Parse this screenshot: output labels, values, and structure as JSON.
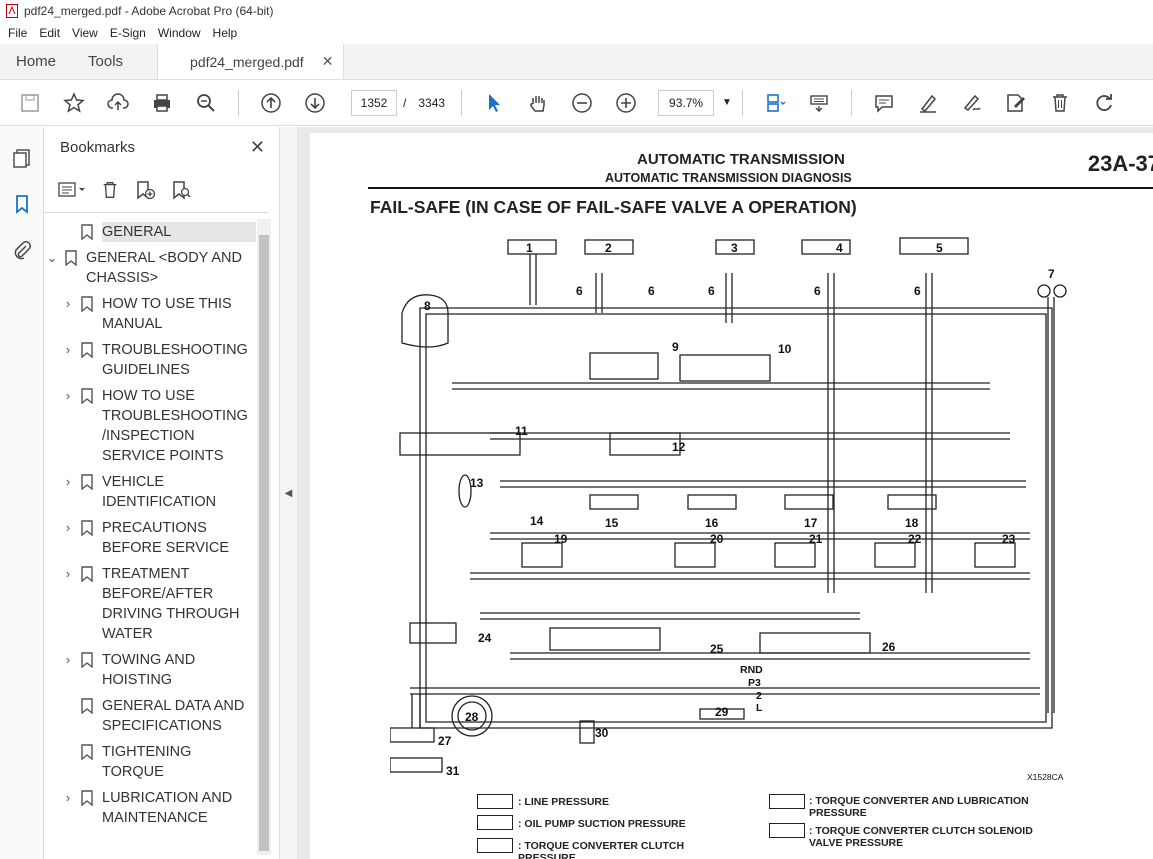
{
  "window": {
    "title": "pdf24_merged.pdf - Adobe Acrobat Pro (64-bit)"
  },
  "menu": [
    "File",
    "Edit",
    "View",
    "E-Sign",
    "Window",
    "Help"
  ],
  "tabs": {
    "home": "Home",
    "tools": "Tools",
    "document": "pdf24_merged.pdf"
  },
  "toolbar": {
    "page_current": "1352",
    "page_sep": "/",
    "page_total": "3343",
    "zoom": "93.7%"
  },
  "bookmarks": {
    "title": "Bookmarks",
    "items": [
      {
        "label": "GENERAL",
        "level": 0,
        "expand": "",
        "selected": true
      },
      {
        "label": "GENERAL <BODY AND CHASSIS>",
        "level": 0,
        "expand": "v"
      },
      {
        "label": "HOW TO USE THIS MANUAL",
        "level": 1,
        "expand": ">"
      },
      {
        "label": "TROUBLESHOOTING GUIDELINES",
        "level": 1,
        "expand": ">"
      },
      {
        "label": "HOW TO USE TROUBLESHOOTING /INSPECTION SERVICE POINTS",
        "level": 1,
        "expand": ">"
      },
      {
        "label": "VEHICLE IDENTIFICATION",
        "level": 1,
        "expand": ">"
      },
      {
        "label": "PRECAUTIONS BEFORE SERVICE",
        "level": 1,
        "expand": ">"
      },
      {
        "label": "TREATMENT BEFORE/AFTER DRIVING THROUGH WATER",
        "level": 1,
        "expand": ">"
      },
      {
        "label": "TOWING AND HOISTING",
        "level": 1,
        "expand": ">"
      },
      {
        "label": "GENERAL DATA AND SPECIFICATIONS",
        "level": 1,
        "expand": ""
      },
      {
        "label": "TIGHTENING TORQUE",
        "level": 1,
        "expand": ""
      },
      {
        "label": "LUBRICATION AND MAINTENANCE",
        "level": 1,
        "expand": ">"
      }
    ]
  },
  "page": {
    "header": "AUTOMATIC TRANSMISSION",
    "subheader": "AUTOMATIC TRANSMISSION DIAGNOSIS",
    "page_number": "23A-37",
    "section": "FAIL-SAFE (IN CASE OF FAIL-SAFE VALVE A OPERATION)",
    "figure_id": "X1528CA",
    "diagram_numbers": [
      "1",
      "2",
      "3",
      "4",
      "5",
      "6",
      "6",
      "6",
      "6",
      "6",
      "7",
      "8",
      "9",
      "10",
      "11",
      "12",
      "13",
      "14",
      "15",
      "16",
      "17",
      "18",
      "19",
      "20",
      "21",
      "22",
      "23",
      "24",
      "25",
      "26",
      "27",
      "28",
      "29",
      "30",
      "31"
    ],
    "range_labels": [
      "RND",
      "P3",
      "2",
      "L"
    ],
    "legend": [
      ": LINE PRESSURE",
      ": OIL PUMP SUCTION PRESSURE",
      ": TORQUE CONVERTER CLUTCH PRESSURE",
      ": TORQUE CONVERTER AND LUBRICATION PRESSURE",
      ": TORQUE CONVERTER CLUTCH SOLENOID VALVE PRESSURE"
    ]
  }
}
